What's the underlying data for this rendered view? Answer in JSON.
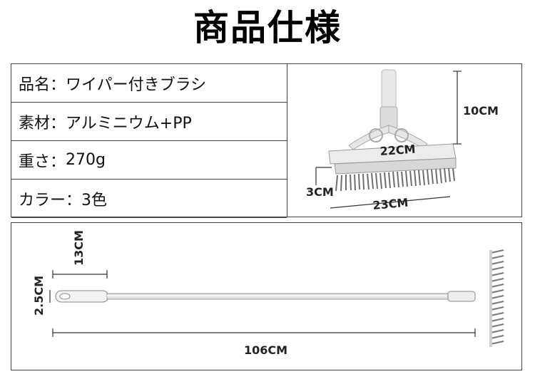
{
  "title": "商品仕様",
  "specs": [
    {
      "label": "品名",
      "sep": "：",
      "value": "ワイパー付きブラシ"
    },
    {
      "label": "素材",
      "sep": "：",
      "value": "アルミニウム+PP"
    },
    {
      "label": "重さ",
      "sep": "：",
      "value": "270g"
    },
    {
      "label": "カラー",
      "sep": "：",
      "value": "3色"
    }
  ],
  "head_dims": {
    "height": "10CM",
    "wiper_width": "22CM",
    "brush_depth": "3CM",
    "brush_width": "23CM"
  },
  "handle_dims": {
    "grip_length": "13CM",
    "grip_width": "2.5CM",
    "total_length": "106CM"
  }
}
